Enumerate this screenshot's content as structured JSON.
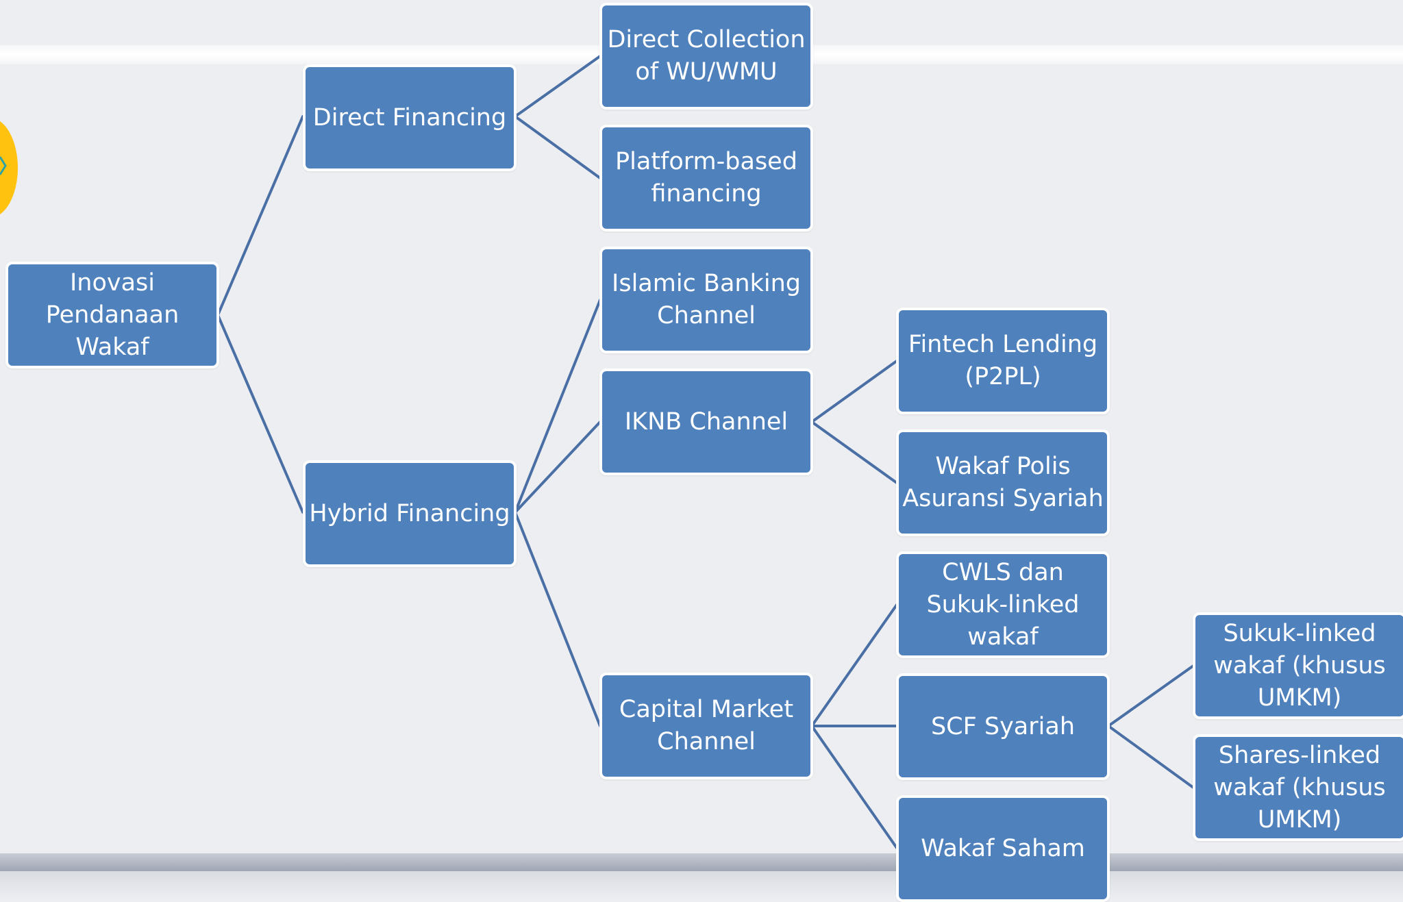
{
  "diagram": {
    "root": "Inovasi\nPendanaan\nWakaf",
    "level1": {
      "direct": "Direct Financing",
      "hybrid": "Hybrid Financing"
    },
    "level2": {
      "direct_collection": "Direct Collection\nof WU/WMU",
      "platform": "Platform-based\nfinancing",
      "islamic_banking": "Islamic Banking\nChannel",
      "iknb": "IKNB Channel",
      "capital_market": "Capital Market\nChannel"
    },
    "level3": {
      "fintech": "Fintech Lending\n(P2PL)",
      "wakaf_polis": "Wakaf Polis\nAsuransi Syariah",
      "cwls": "CWLS dan\nSukuk-linked\nwakaf",
      "scf": "SCF Syariah",
      "wakaf_saham": "Wakaf Saham"
    },
    "level4": {
      "sukuk_linked": "Sukuk-linked\nwakaf (khusus\nUMKM)",
      "shares_linked": "Shares-linked\nwakaf (khusus\nUMKM)"
    }
  },
  "colors": {
    "node_fill": "#4f81bd",
    "node_border": "#ffffff",
    "connector": "#4a6fa5",
    "background": "#eceef2",
    "logo": "#ffc20e"
  }
}
